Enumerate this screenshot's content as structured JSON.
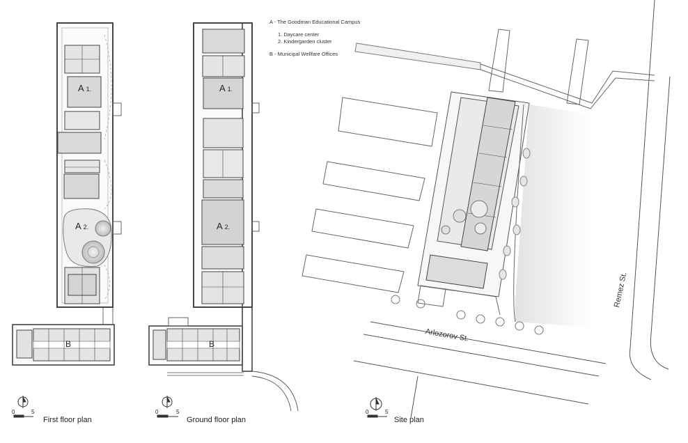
{
  "legend": {
    "a_title": "A - The Goodman Educational Campus",
    "a_items": [
      "1.  Daycare center",
      "2.  Kindergarden cluster"
    ],
    "b_title": "B - Municipal Wellfare Offices"
  },
  "plans": [
    {
      "caption": "First floor plan",
      "scale_start": "0",
      "scale_end": "5"
    },
    {
      "caption": "Ground floor plan",
      "scale_start": "0",
      "scale_end": "5"
    },
    {
      "caption": "Site plan",
      "scale_start": "0",
      "scale_end": "5"
    }
  ],
  "labels": {
    "first_a1": "A",
    "first_a1_num": "1.",
    "first_a2": "A",
    "first_a2_num": "2.",
    "first_b": "B",
    "ground_a1": "A",
    "ground_a1_num": "1.",
    "ground_a2": "A",
    "ground_a2_num": "2.",
    "ground_b": "B"
  },
  "streets": {
    "horizontal": "Arlozorov St.",
    "vertical": "Remez St."
  }
}
